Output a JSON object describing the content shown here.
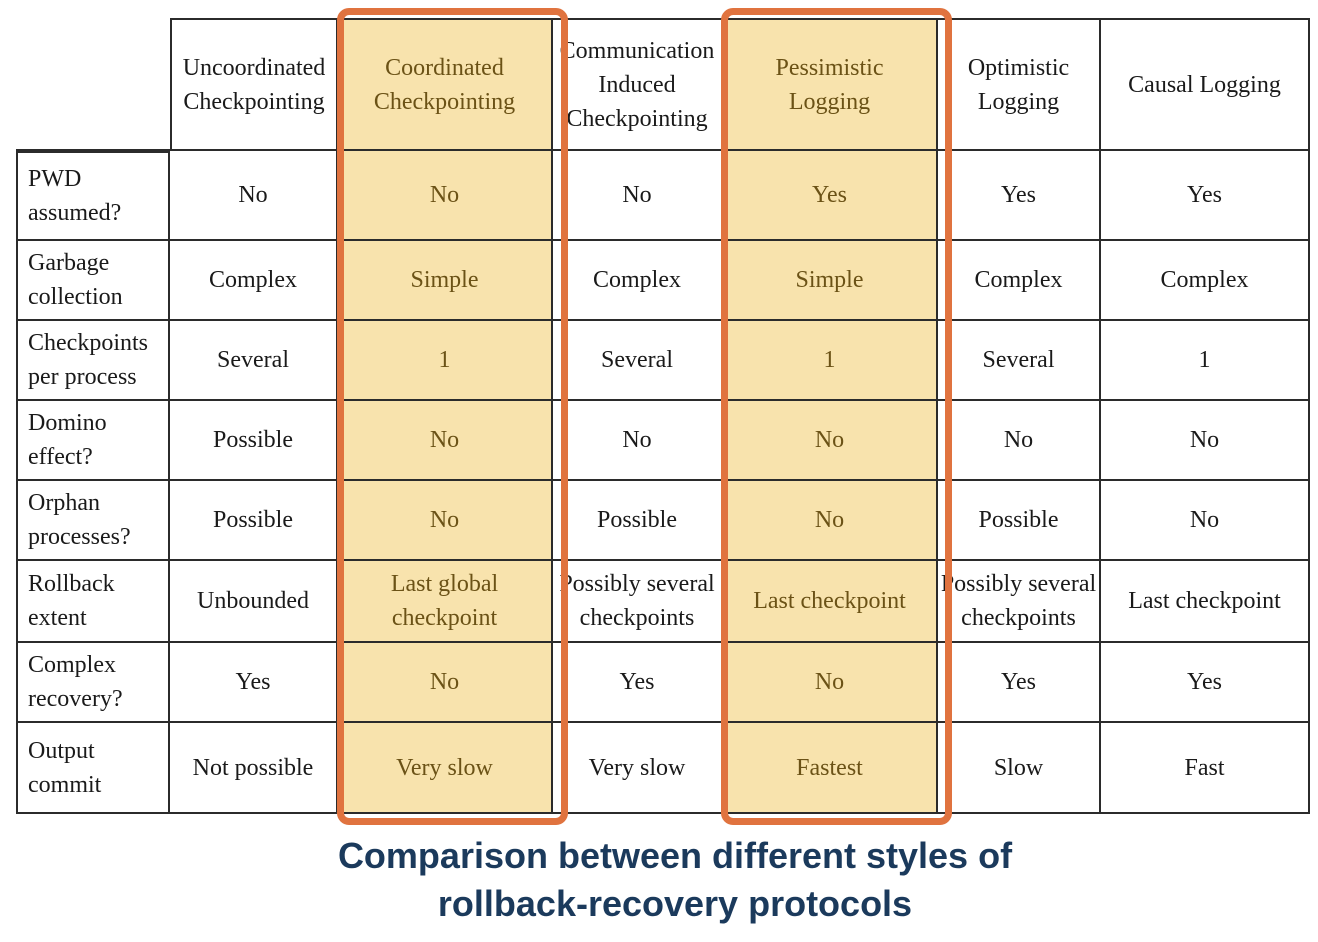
{
  "table": {
    "columns": [
      "Uncoordinated\nCheckpointing",
      "Coordinated\nCheckpointing",
      "Communication\nInduced\nCheckpointing",
      "Pessimistic\nLogging",
      "Optimistic\nLogging",
      "Causal Logging"
    ],
    "rows": [
      {
        "label": "PWD\nassumed?",
        "cells": [
          "No",
          "No",
          "No",
          "Yes",
          "Yes",
          "Yes"
        ]
      },
      {
        "label": "Garbage\ncollection",
        "cells": [
          "Complex",
          "Simple",
          "Complex",
          "Simple",
          "Complex",
          "Complex"
        ]
      },
      {
        "label": "Checkpoints\nper process",
        "cells": [
          "Several",
          "1",
          "Several",
          "1",
          "Several",
          "1"
        ]
      },
      {
        "label": "Domino\neffect?",
        "cells": [
          "Possible",
          "No",
          "No",
          "No",
          "No",
          "No"
        ]
      },
      {
        "label": "Orphan\nprocesses?",
        "cells": [
          "Possible",
          "No",
          "Possible",
          "No",
          "Possible",
          "No"
        ]
      },
      {
        "label": "Rollback\nextent",
        "cells": [
          "Unbounded",
          "Last global\ncheckpoint",
          "Possibly several\ncheckpoints",
          "Last checkpoint",
          "Possibly several\ncheckpoints",
          "Last checkpoint"
        ]
      },
      {
        "label": "Complex\nrecovery?",
        "cells": [
          "Yes",
          "No",
          "Yes",
          "No",
          "Yes",
          "Yes"
        ]
      },
      {
        "label": "Output\ncommit",
        "cells": [
          "Not possible",
          "Very slow",
          "Very slow",
          "Fastest",
          "Slow",
          "Fast"
        ]
      }
    ],
    "highlight_fill": "#f8e3ad",
    "highlight_border": "#e0733f"
  },
  "caption": {
    "text": "Comparison between different styles of\nrollback-recovery protocols",
    "color": "#1b3a5c"
  }
}
